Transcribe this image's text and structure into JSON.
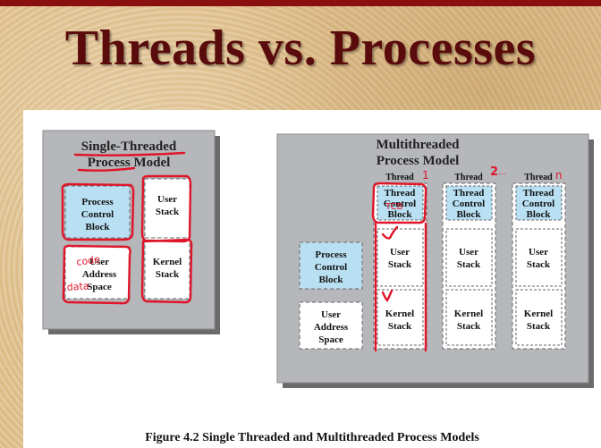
{
  "slide": {
    "title": "Threads vs. Processes",
    "caption": "Figure 4.2   Single Threaded and Multithreaded Process Models"
  },
  "single": {
    "title_line1": "Single-Threaded",
    "title_line2": "Process Model",
    "pcb": [
      "Process",
      "Control",
      "Block"
    ],
    "user_stack": [
      "User",
      "Stack"
    ],
    "uas": [
      "User",
      "Address",
      "Space"
    ],
    "kernel_stack": [
      "Kernel",
      "Stack"
    ]
  },
  "multi": {
    "title_line1": "Multithreaded",
    "title_line2": "Process Model",
    "pcb": [
      "Process",
      "Control",
      "Block"
    ],
    "uas": [
      "User",
      "Address",
      "Space"
    ],
    "thread_label": "Thread",
    "tcb": [
      "Thread",
      "Control",
      "Block"
    ],
    "user_stack": [
      "User",
      "Stack"
    ],
    "kernel_stack": [
      "Kernel",
      "Stack"
    ]
  },
  "annotations": {
    "n1": "1",
    "n2": "2",
    "n2_dots": "...",
    "nn": "n",
    "code": "code",
    "data": "data",
    "tcb": "TCB"
  },
  "colors": {
    "title": "#5a0b0b",
    "topbar": "#8a0f0f",
    "panel_grey": "#b5b7ba",
    "box_blue": "#b9e0f2",
    "ink_red": "#e0152a"
  }
}
